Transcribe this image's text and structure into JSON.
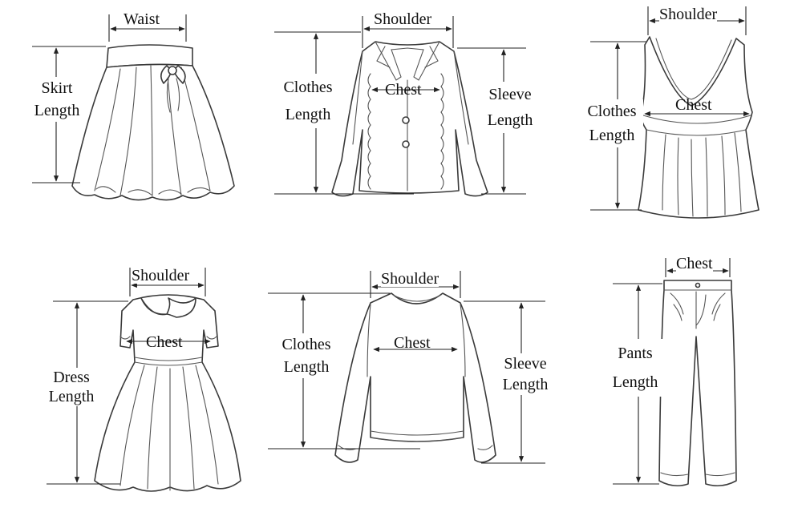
{
  "panels": {
    "skirt": {
      "width_label": "Waist",
      "length_label_1": "Skirt",
      "length_label_2": "Length"
    },
    "jacket": {
      "width_label": "Shoulder",
      "chest_label": "Chest",
      "length_label_1": "Clothes",
      "length_label_2": "Length",
      "sleeve_label_1": "Sleeve",
      "sleeve_label_2": "Length"
    },
    "tank": {
      "width_label": "Shoulder",
      "chest_label": "Chest",
      "length_label_1": "Clothes",
      "length_label_2": "Length"
    },
    "dress": {
      "width_label": "Shoulder",
      "chest_label": "Chest",
      "length_label_1": "Dress",
      "length_label_2": "Length"
    },
    "sweater": {
      "width_label": "Shoulder",
      "chest_label": "Chest",
      "length_label_1": "Clothes",
      "length_label_2": "Length",
      "sleeve_label_1": "Sleeve",
      "sleeve_label_2": "Length"
    },
    "pants": {
      "width_label": "Chest",
      "length_label_1": "Pants",
      "length_label_2": "Length"
    }
  },
  "colors": {
    "line": "#222222",
    "garment_stroke": "#3a3a3a",
    "background": "#ffffff"
  }
}
